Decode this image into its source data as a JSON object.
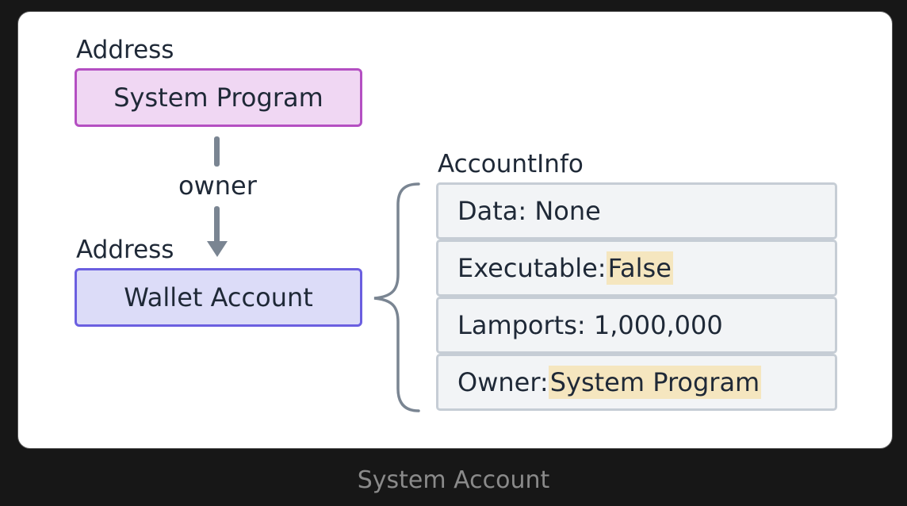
{
  "colors": {
    "system_fill": "#f0d7f3",
    "system_border": "#b44fc2",
    "wallet_fill": "#dcdcf8",
    "wallet_border": "#6b5fe0",
    "highlight": "#f5e6bf"
  },
  "diagram": {
    "top_address_label": "Address",
    "system_box_label": "System Program",
    "edge_label": "owner",
    "bottom_address_label": "Address",
    "wallet_box_label": "Wallet Account",
    "info_title": "AccountInfo",
    "info_rows": [
      {
        "key": "Data: None",
        "value": ""
      },
      {
        "key": "Executable:",
        "value": "False"
      },
      {
        "key": "Lamports: 1,000,000",
        "value": ""
      },
      {
        "key": "Owner:",
        "value": "System Program"
      }
    ]
  },
  "caption": "System Account"
}
